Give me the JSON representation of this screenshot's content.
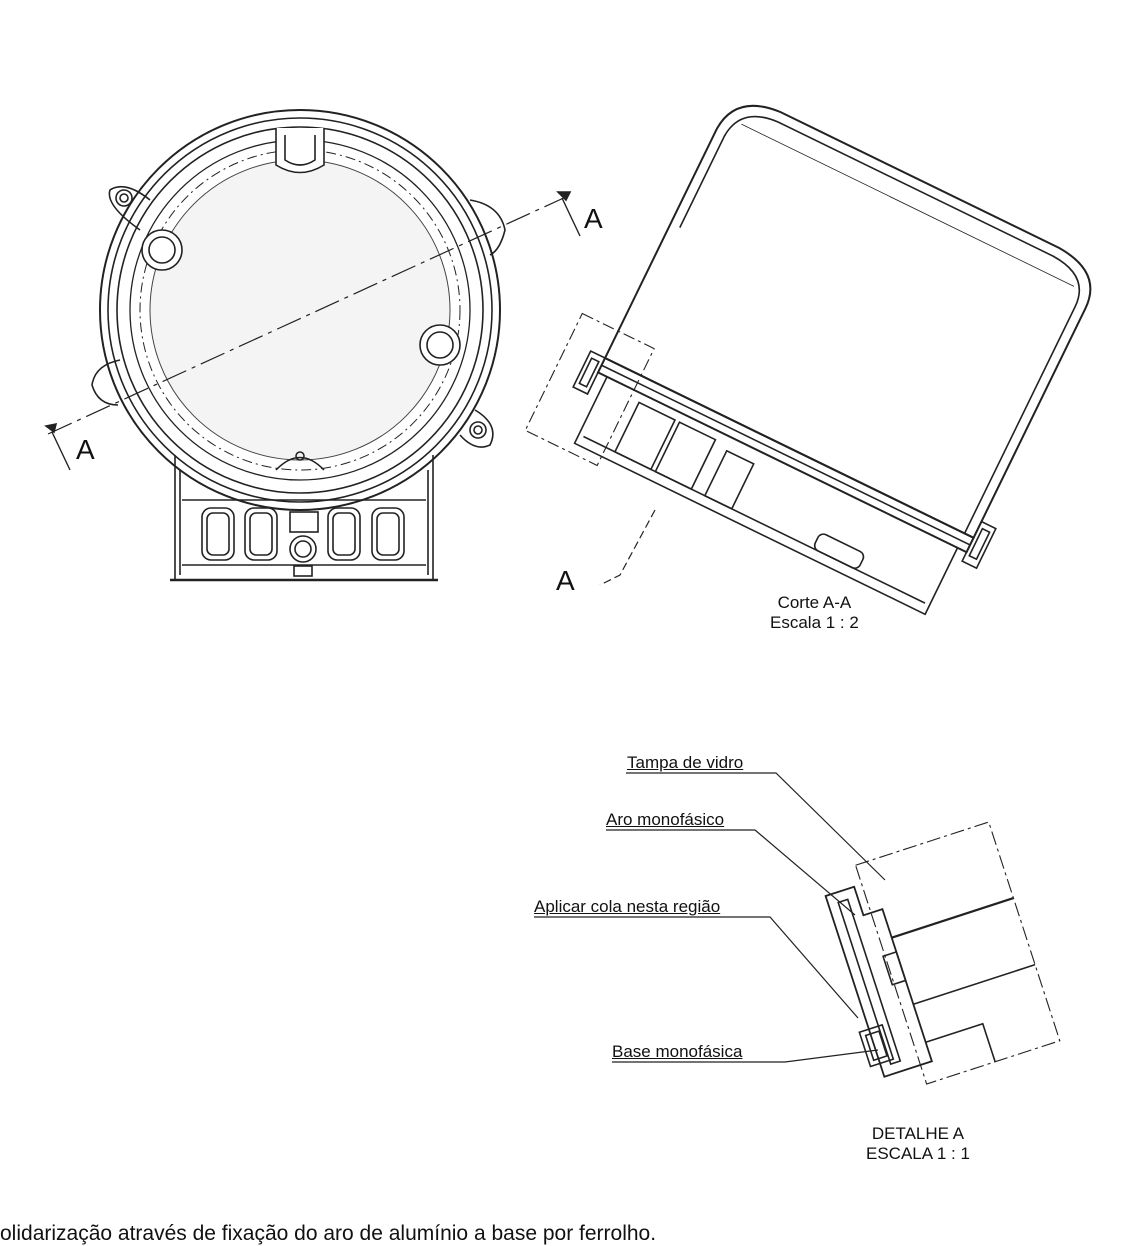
{
  "section_marks": {
    "top_right": "A",
    "bottom_left": "A",
    "detail_callout": "A"
  },
  "section_view": {
    "title": "Corte A-A",
    "scale": "Escala 1 : 2"
  },
  "detail_view": {
    "labels": {
      "glass_cover": "Tampa de vidro",
      "single_phase_ring": "Aro monofásico",
      "glue_region": "Aplicar cola nesta região",
      "single_phase_base": "Base monofásica"
    },
    "title": "DETALHE A",
    "scale": "ESCALA 1 : 1"
  },
  "footer_text": "olidarização através de fixação do aro de alumínio a base por ferrolho."
}
